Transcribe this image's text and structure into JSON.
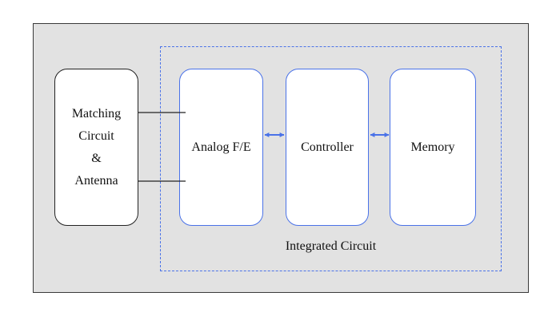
{
  "diagram": {
    "matching": {
      "lines": [
        "Matching",
        "Circuit",
        "&",
        "Antenna"
      ]
    },
    "blocks": {
      "analog": "Analog F/E",
      "controller": "Controller",
      "memory": "Memory"
    },
    "boundary_label": "Integrated Circuit",
    "colors": {
      "accent": "#4a72e8",
      "frame_fill": "#e2e2e2",
      "line": "#222222"
    }
  }
}
